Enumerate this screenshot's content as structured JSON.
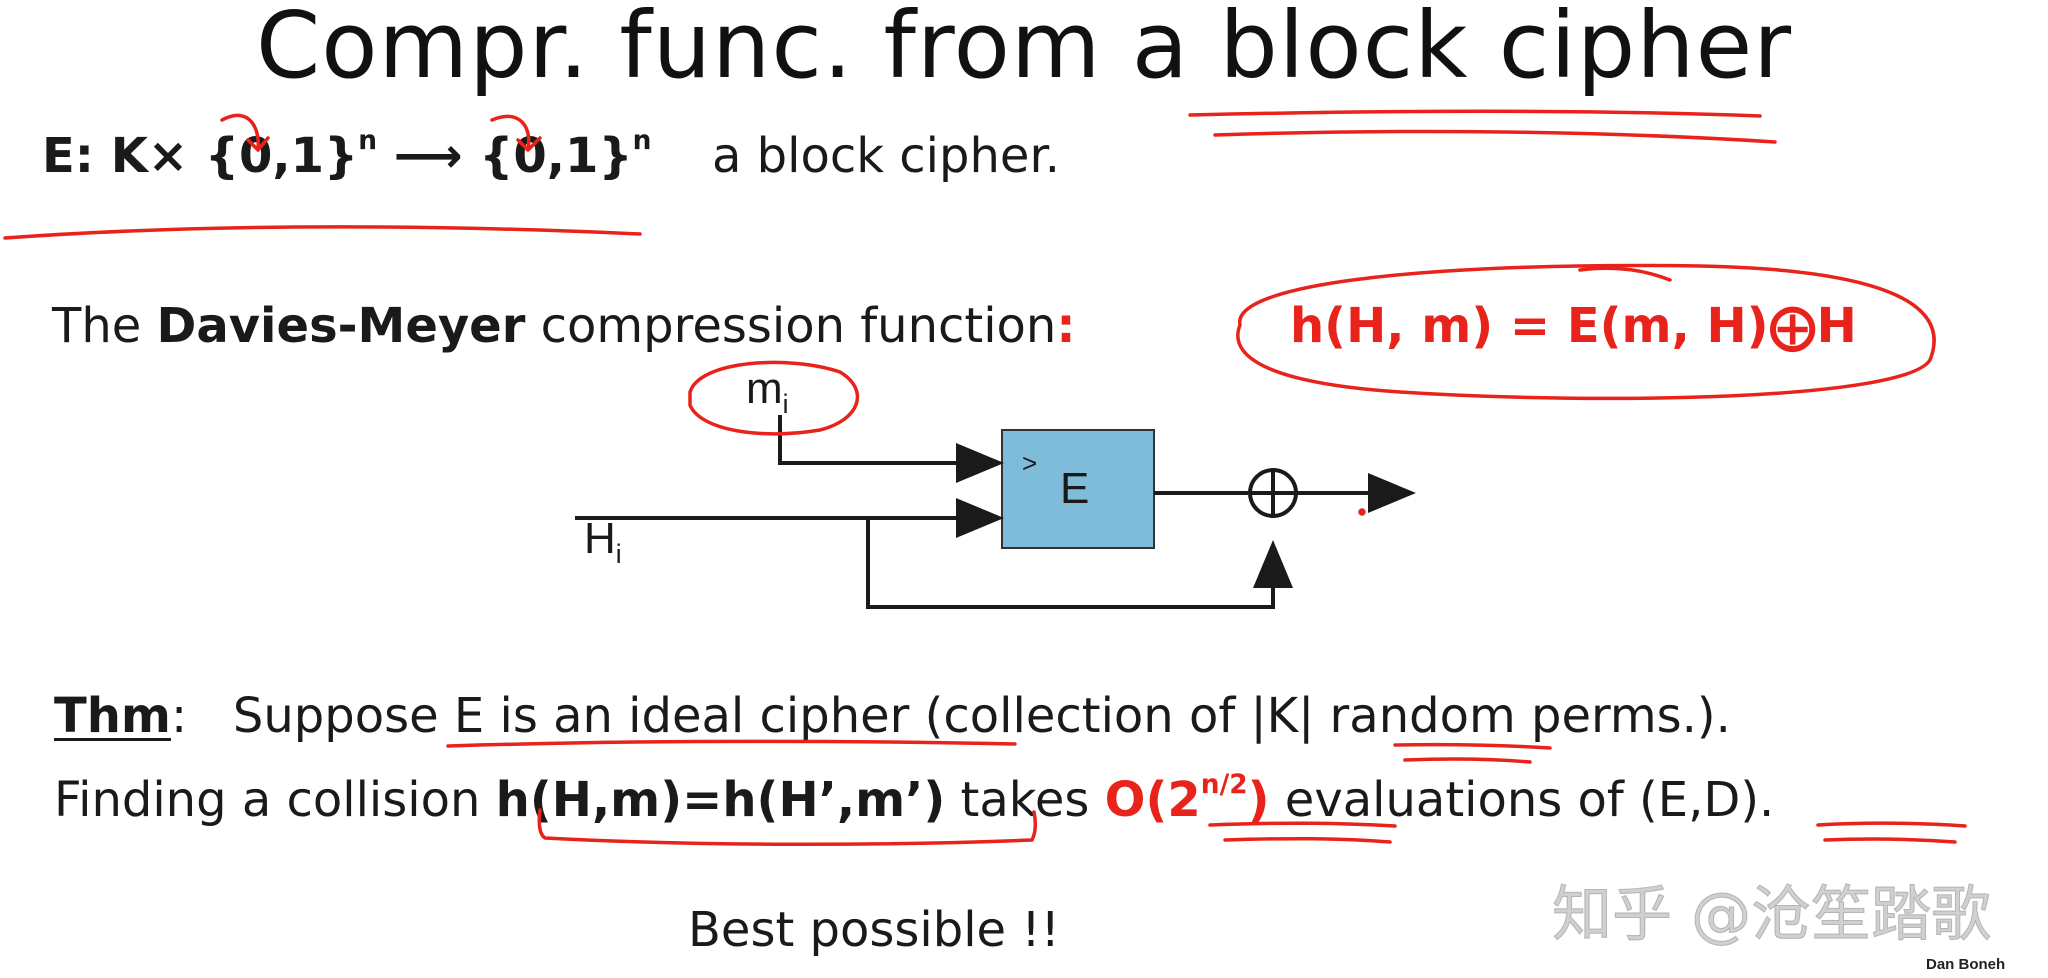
{
  "slide": {
    "title": "Compr. func. from a block cipher",
    "cipher_line": {
      "prefix": "E: K× {0,1}",
      "exp1": "n",
      "arrow": " ⟶ {0,1}",
      "exp2": "n",
      "suffix": "a block cipher."
    },
    "davies_line": {
      "prefix": "The ",
      "bold_name": "Davies-Meyer",
      "middle": " compression function",
      "colon": ":",
      "formula": "h(H, m) = E(m, H)⨁H"
    },
    "diagram": {
      "box_label": "E",
      "m_label": "m",
      "m_sub": "i",
      "h_label": "H",
      "h_sub": "i",
      "box_marker": ">",
      "xor_symbol": "⊕",
      "box_color": "#7fbcd9"
    },
    "thm_line": {
      "label": "Thm",
      "colon": ":",
      "text_pre": "Suppose ",
      "text_underlined": "E is an ideal cipher",
      "text_post": " (collection of ",
      "k_abs": "|K|",
      "text_end": " random perms.)."
    },
    "collision_line": {
      "pre": "Finding a collision ",
      "formula": "h(H,m)=h(H’,m’)",
      "mid": " takes ",
      "complexity_base": "O(2",
      "complexity_exp": "n/2",
      "complexity_close": ")",
      "post": " evaluations of ",
      "ed": "(E,D)",
      "end": "."
    },
    "best_line": "Best possible !!",
    "watermark": "知乎 @沧笙踏歌",
    "credit": "Dan Boneh",
    "annotation_color": "#e8231b"
  }
}
